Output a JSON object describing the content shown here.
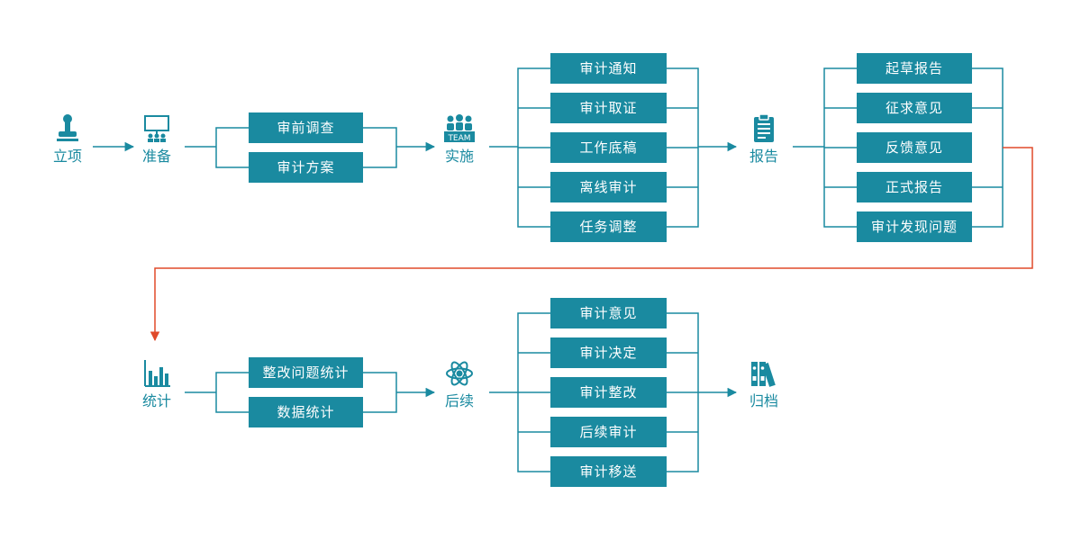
{
  "colors": {
    "accent": "#1a8aa0",
    "highlight": "#e04a2a"
  },
  "row1": {
    "stages": [
      {
        "key": "lixiang",
        "label": "立项",
        "icon": "stamp-icon"
      },
      {
        "key": "zhunbei",
        "label": "准备",
        "icon": "presentation-board-icon"
      },
      {
        "key": "shishi",
        "label": "实施",
        "icon": "team-icon",
        "icon_text": "TEAM"
      },
      {
        "key": "baogao",
        "label": "报告",
        "icon": "clipboard-report-icon"
      }
    ],
    "prep_tasks": [
      "审前调查",
      "审计方案"
    ],
    "impl_tasks": [
      "审计通知",
      "审计取证",
      "工作底稿",
      "离线审计",
      "任务调整"
    ],
    "report_tasks": [
      "起草报告",
      "征求意见",
      "反馈意见",
      "正式报告",
      "审计发现问题"
    ]
  },
  "row2": {
    "stages": [
      {
        "key": "tongji",
        "label": "统计",
        "icon": "bar-chart-icon"
      },
      {
        "key": "houxu",
        "label": "后续",
        "icon": "atom-icon"
      },
      {
        "key": "guidang",
        "label": "归档",
        "icon": "binders-icon"
      }
    ],
    "stat_tasks": [
      "整改问题统计",
      "数据统计"
    ],
    "followup_tasks": [
      "审计意见",
      "审计决定",
      "审计整改",
      "后续审计",
      "审计移送"
    ]
  }
}
